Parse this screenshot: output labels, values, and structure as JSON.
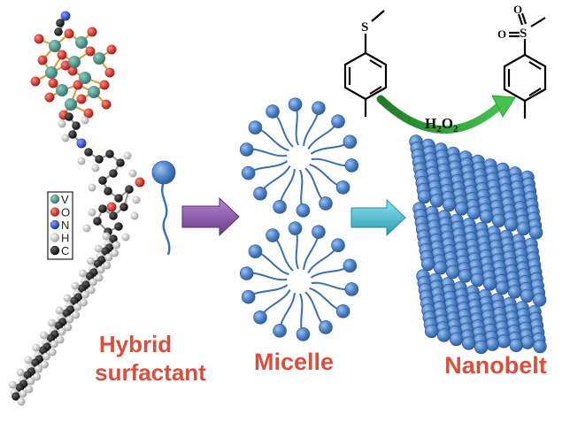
{
  "labels": {
    "hybrid_line1": "Hybrid",
    "hybrid_line2": "surfactant",
    "micelle": "Micelle",
    "nanobelt": "Nanobelt"
  },
  "legend": [
    "V",
    "O",
    "N",
    "H",
    "C"
  ],
  "reaction": {
    "oxidant_main": "H",
    "oxidant_sub1": "2",
    "oxidant_mid": "O",
    "oxidant_sub2": "2",
    "sulfur": "S",
    "oxygen": "O"
  },
  "colors": {
    "label": "#d94f3d",
    "sphere": "#4a7cc0",
    "arrow1": "#8a4fa6",
    "arrow2": "#3cb8cf",
    "reaction_arrow": "#2e9e3a",
    "V": "#3f8c84",
    "O": "#d42020",
    "N": "#1f3fd0",
    "H": "#cfcfcf",
    "C": "#111111"
  }
}
